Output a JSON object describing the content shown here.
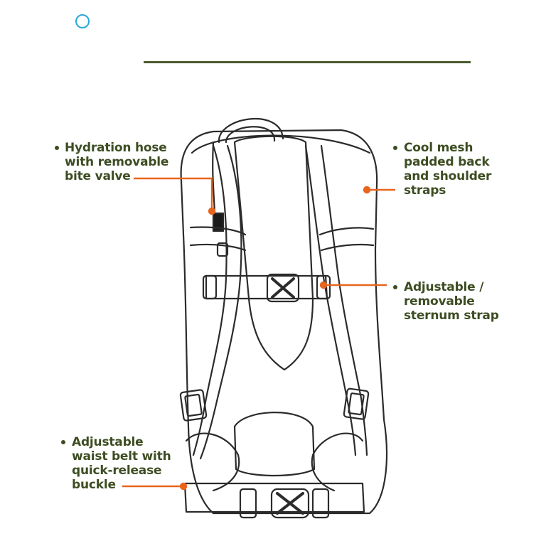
{
  "colors": {
    "accent": "#e8651e",
    "label_text": "#3d4d22",
    "rule": "#4a5a2e",
    "ring": "#29a9d6",
    "outline": "#2b2b2b"
  },
  "callouts": {
    "hydration": {
      "lines": [
        "Hydration hose",
        "with removable",
        "bite valve"
      ]
    },
    "mesh": {
      "lines": [
        "Cool mesh",
        "padded back",
        "and shoulder",
        "straps"
      ]
    },
    "sternum": {
      "lines": [
        "Adjustable /",
        "removable",
        "sternum strap"
      ]
    },
    "waist": {
      "lines": [
        "Adjustable",
        "waist belt with",
        "quick-release",
        "buckle"
      ]
    }
  }
}
